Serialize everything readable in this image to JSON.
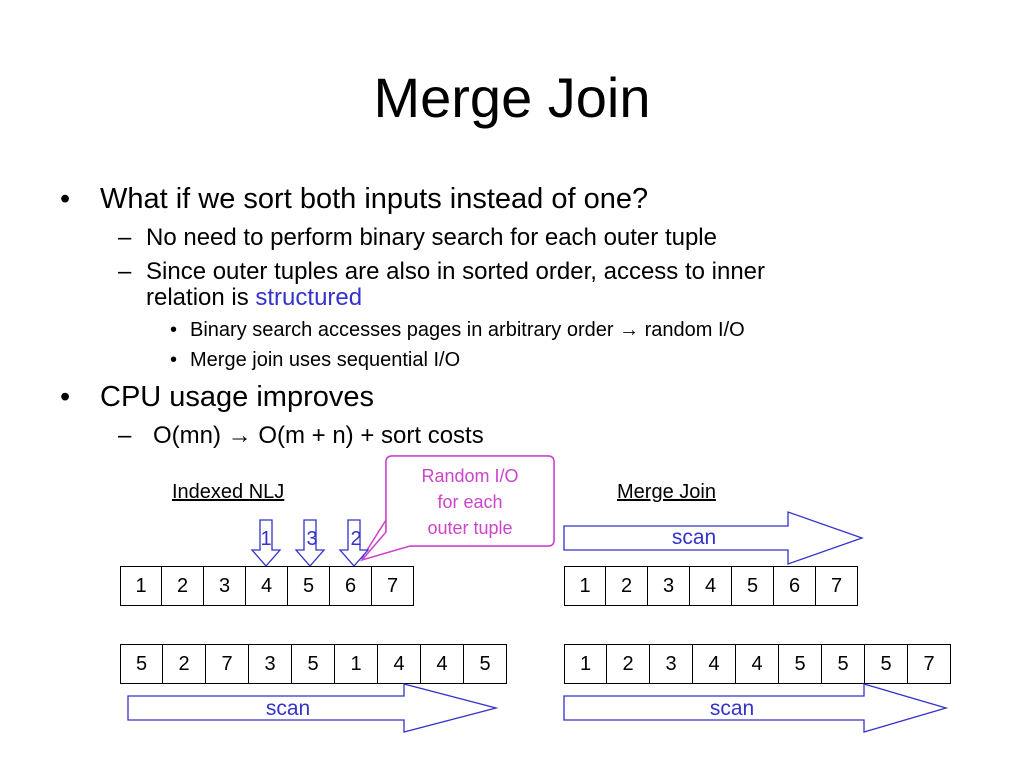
{
  "title": "Merge Join",
  "bullets": [
    {
      "text": "What if we sort both inputs instead of one?",
      "sub": [
        {
          "text": "No need to perform binary search for each outer tuple"
        },
        {
          "text_line1": "Since outer tuples are also in sorted order, access to inner",
          "text_line2_prefix": "relation is ",
          "text_line2_highlight": "structured",
          "sub": [
            {
              "text": "Binary search accesses pages in arbitrary order → random I/O"
            },
            {
              "text": "Merge join uses sequential I/O"
            }
          ]
        }
      ]
    },
    {
      "text": "CPU usage improves",
      "sub": [
        {
          "text": "O(mn) → O(m + n) + sort costs"
        }
      ]
    }
  ],
  "markers": {
    "l1": "•",
    "l2": "–",
    "l3": "•"
  },
  "diagram": {
    "left_heading": "Indexed NLJ",
    "right_heading": "Merge Join",
    "callout": {
      "line1": "Random I/O",
      "line2": "for each",
      "line3": "outer tuple"
    },
    "probe_labels": [
      "1",
      "3",
      "2"
    ],
    "scan_label": "scan",
    "left_top_row": [
      "1",
      "2",
      "3",
      "4",
      "5",
      "6",
      "7"
    ],
    "left_bottom_row": [
      "5",
      "2",
      "7",
      "3",
      "5",
      "1",
      "4",
      "4",
      "5"
    ],
    "right_top_row": [
      "1",
      "2",
      "3",
      "4",
      "5",
      "6",
      "7"
    ],
    "right_bottom_row": [
      "1",
      "2",
      "3",
      "4",
      "4",
      "5",
      "5",
      "5",
      "7"
    ],
    "colors": {
      "scan": "#3333cc",
      "callout": "#cc44cc"
    }
  }
}
